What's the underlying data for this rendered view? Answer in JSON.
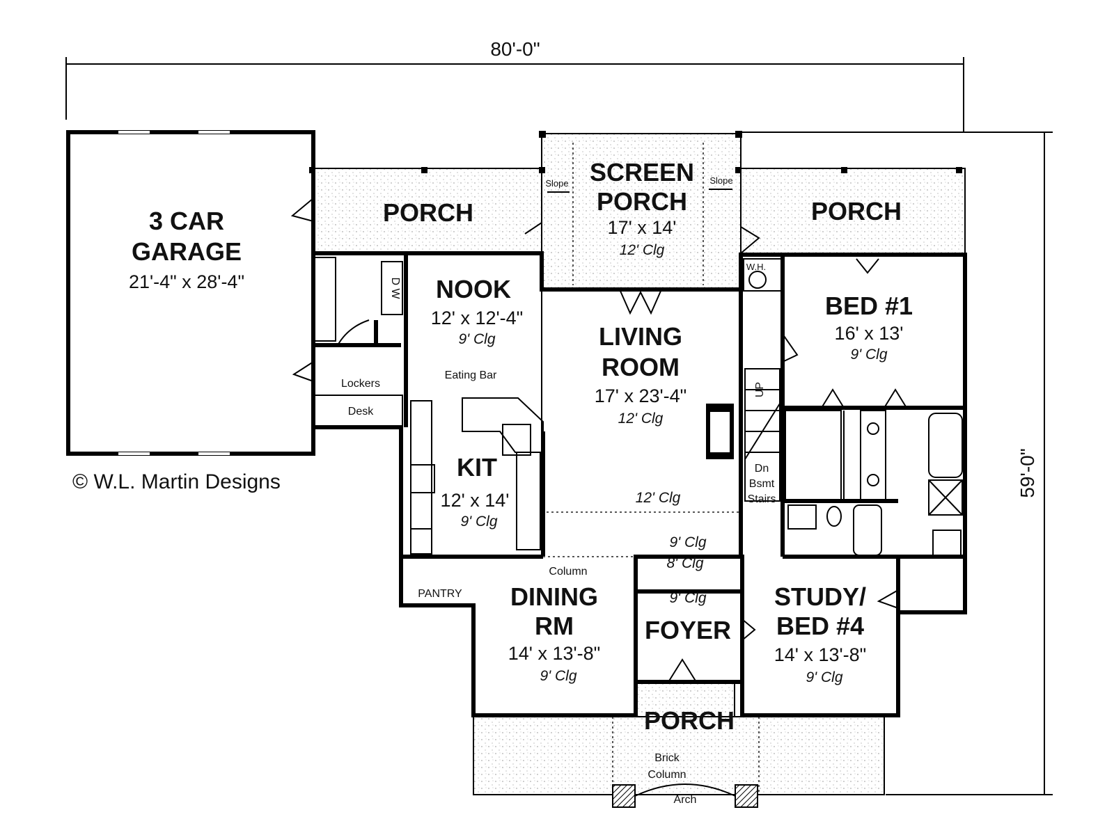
{
  "overall": {
    "width": "80'-0\"",
    "depth": "59'-0\""
  },
  "copyright": "© W.L. Martin Designs",
  "rooms": {
    "garage": {
      "name1": "3 CAR",
      "name2": "GARAGE",
      "size": "21'-4\" x 28'-4\""
    },
    "porch_left": {
      "name": "PORCH"
    },
    "screen_porch": {
      "name1": "SCREEN",
      "name2": "PORCH",
      "size": "17' x 14'",
      "ceiling": "12' Clg"
    },
    "porch_right": {
      "name": "PORCH"
    },
    "nook": {
      "name": "NOOK",
      "size": "12' x 12'-4\"",
      "ceiling": "9' Clg"
    },
    "living": {
      "name1": "LIVING",
      "name2": "ROOM",
      "size": "17' x 23'-4\"",
      "ceiling": "12' Clg",
      "ceiling2": "12' Clg"
    },
    "bed1": {
      "name": "BED #1",
      "size": "16' x 13'",
      "ceiling": "9' Clg"
    },
    "kitchen": {
      "name": "KIT",
      "size": "12' x 14'",
      "ceiling": "9' Clg"
    },
    "dining": {
      "name1": "DINING",
      "name2": "RM",
      "size": "14' x 13'-8\"",
      "ceiling": "9' Clg"
    },
    "foyer": {
      "name": "FOYER",
      "ceiling_top": "9' Clg",
      "ceiling_mid": "8' Clg",
      "ceiling_bottom": "9' Clg"
    },
    "study": {
      "name1": "STUDY/",
      "name2": "BED #4",
      "size": "14' x 13'-8\"",
      "ceiling": "9' Clg"
    },
    "porch_front": {
      "name": "PORCH"
    }
  },
  "notes": {
    "slope": "Slope",
    "dw": "D W",
    "wh": "W.H.",
    "lockers": "Lockers",
    "desk": "Desk",
    "eating_bar": "Eating Bar",
    "up": "UP",
    "dn_bsmt_1": "Dn",
    "dn_bsmt_2": "Bsmt",
    "dn_bsmt_3": "Stairs",
    "column": "Column",
    "pantry": "PANTRY",
    "brick_column_1": "Brick",
    "brick_column_2": "Column",
    "arch": "Arch"
  }
}
